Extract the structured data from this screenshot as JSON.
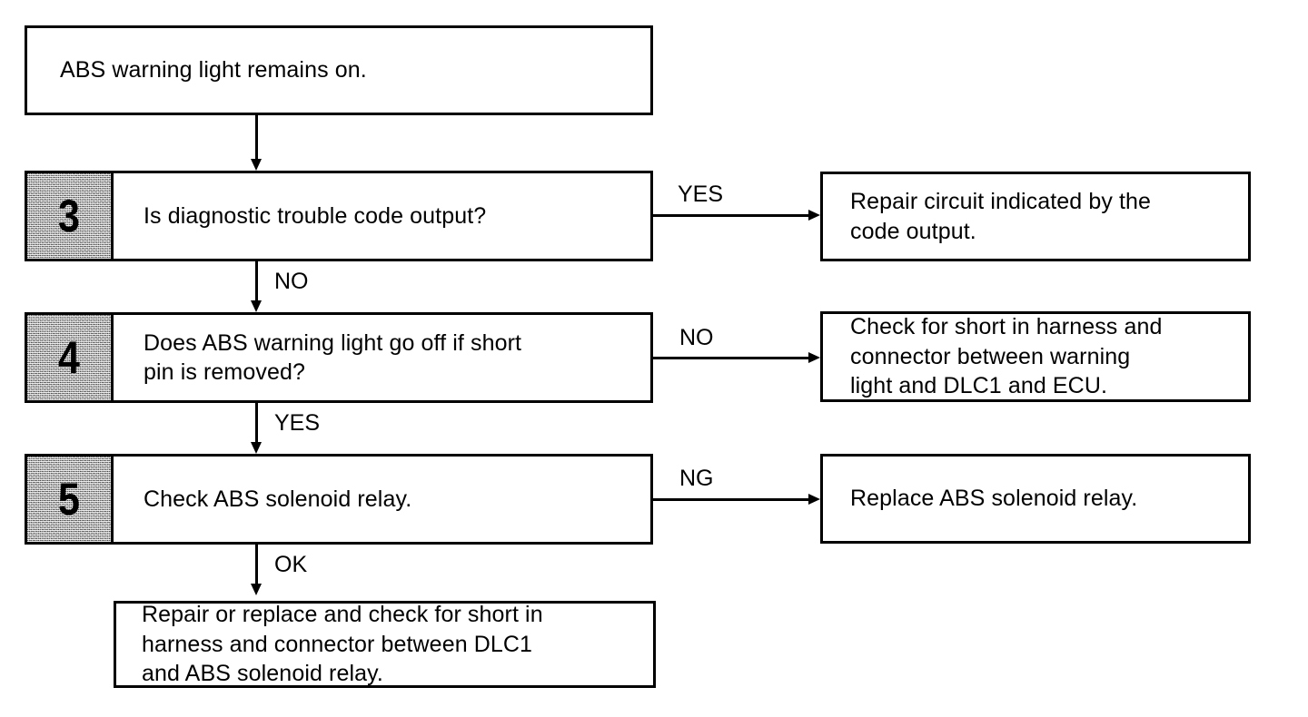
{
  "diagram": {
    "title": "ABS warning light troubleshooting flowchart",
    "colors": {
      "line": "#000000",
      "box_fill": "#ffffff",
      "badge_fill": "#a8a8a8",
      "text": "#000000"
    },
    "nodes": {
      "start": {
        "text": "ABS warning light remains on."
      },
      "step3": {
        "number": "3",
        "text": "Is diagnostic trouble code output?"
      },
      "step3_result": {
        "text": "Repair circuit indicated by the\ncode output."
      },
      "step4": {
        "number": "4",
        "text": "Does ABS warning light go off if short\npin is removed?"
      },
      "step4_result": {
        "text": "Check for short in harness and\nconnector between warning\nlight and DLC1 and ECU."
      },
      "step5": {
        "number": "5",
        "text": "Check ABS solenoid relay."
      },
      "step5_result": {
        "text": "Replace ABS solenoid relay."
      },
      "final": {
        "text": "Repair or replace and check for short in\nharness and connector between DLC1\nand ABS solenoid relay."
      }
    },
    "edges": {
      "step3_yes": "YES",
      "step3_no": "NO",
      "step4_no": "NO",
      "step4_yes": "YES",
      "step5_ng": "NG",
      "step5_ok": "OK"
    }
  }
}
